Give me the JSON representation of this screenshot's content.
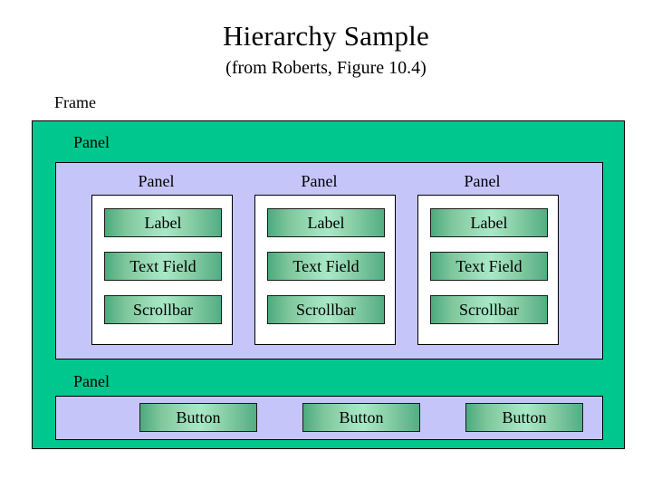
{
  "title": {
    "main": "Hierarchy Sample",
    "subtitle": "(from Roberts, Figure 10.4)"
  },
  "frame": {
    "label": "Frame",
    "color": "#00c78d",
    "border_color": "#000000"
  },
  "top_panel": {
    "label": "Panel",
    "color": "#c5c5fa",
    "columns": [
      {
        "label": "Panel",
        "box_color": "#ffffff",
        "widgets": [
          "Label",
          "Text Field",
          "Scrollbar"
        ]
      },
      {
        "label": "Panel",
        "box_color": "#ffffff",
        "widgets": [
          "Label",
          "Text Field",
          "Scrollbar"
        ]
      },
      {
        "label": "Panel",
        "box_color": "#ffffff",
        "widgets": [
          "Label",
          "Text Field",
          "Scrollbar"
        ]
      }
    ]
  },
  "bottom_panel": {
    "label": "Panel",
    "color": "#c5c5fa",
    "buttons": [
      "Button",
      "Button",
      "Button"
    ]
  },
  "widget_gradient": {
    "edge_color": "#4caa7e",
    "center_color": "#a8e8c6"
  }
}
